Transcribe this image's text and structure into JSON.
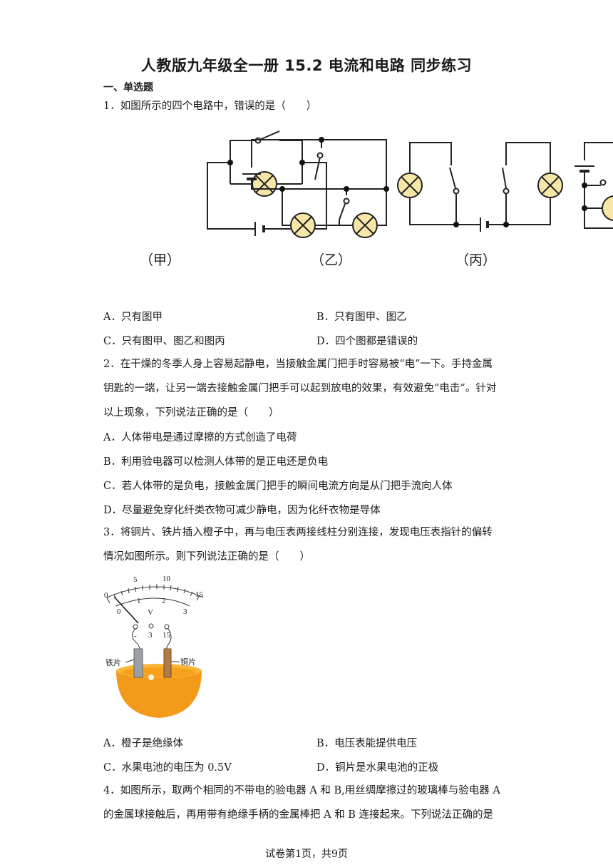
{
  "doc": {
    "title": "人教版九年级全一册 15.2 电流和电路 同步练习",
    "section": "一、单选题",
    "footer": "试卷第1页，共9页"
  },
  "q1": {
    "stem": "1．如图所示的四个电路中，错误的是（　　）",
    "figure_labels": [
      "（甲）",
      "（乙）",
      "（丙）"
    ],
    "options": {
      "A": "A．只有图甲",
      "B": "B．只有图甲、图乙",
      "C": "C．只有图甲、图乙和图丙",
      "D": "D．四个图都是错误的"
    }
  },
  "q2": {
    "line1": "2．在干燥的冬季人身上容易起静电，当接触金属门把手时容易被“电”一下。手持金属",
    "line2": "钥匙的一端，让另一端去接触金属门把手可以起到放电的效果，有效避免“电击”。针对",
    "line3": "以上现象，下列说法正确的是（　　）",
    "options": {
      "A": "A．人体带电是通过摩擦的方式创造了电荷",
      "B": "B．利用验电器可以检测人体带的是正电还是负电",
      "C": "C．若人体带的是负电，接触金属门把手的瞬间电流方向是从门把手流向人体",
      "D": "D．尽量避免穿化纤类衣物可减少静电，因为化纤衣物是导体"
    }
  },
  "q3": {
    "line1": "3．将铜片、铁片插入橙子中，再与电压表两接线柱分别连接，发现电压表指针的偏转",
    "line2": "情况如图所示。则下列说法正确的是（　　）",
    "figure": {
      "scale_top": [
        "0",
        "5",
        "10",
        "15"
      ],
      "scale_bottom": [
        "0",
        "1",
        "2",
        "3"
      ],
      "unit": "V",
      "terminals": [
        "-",
        "3",
        "15"
      ],
      "label_iron": "铁片",
      "label_copper": "铜片"
    },
    "options": {
      "A": "A．橙子是绝缘体",
      "B": "B．电压表能提供电压",
      "C": "C．水果电池的电压为 0.5V",
      "D": "D．铜片是水果电池的正极"
    }
  },
  "q4": {
    "line1": "4．如图所示，取两个相同的不带电的验电器 A 和 B,用丝绸摩擦过的玻璃棒与验电器 A",
    "line2": "的金属球接触后，再用带有绝缘手柄的金属棒把 A 和 B 连接起来。下列说法正确的是"
  }
}
